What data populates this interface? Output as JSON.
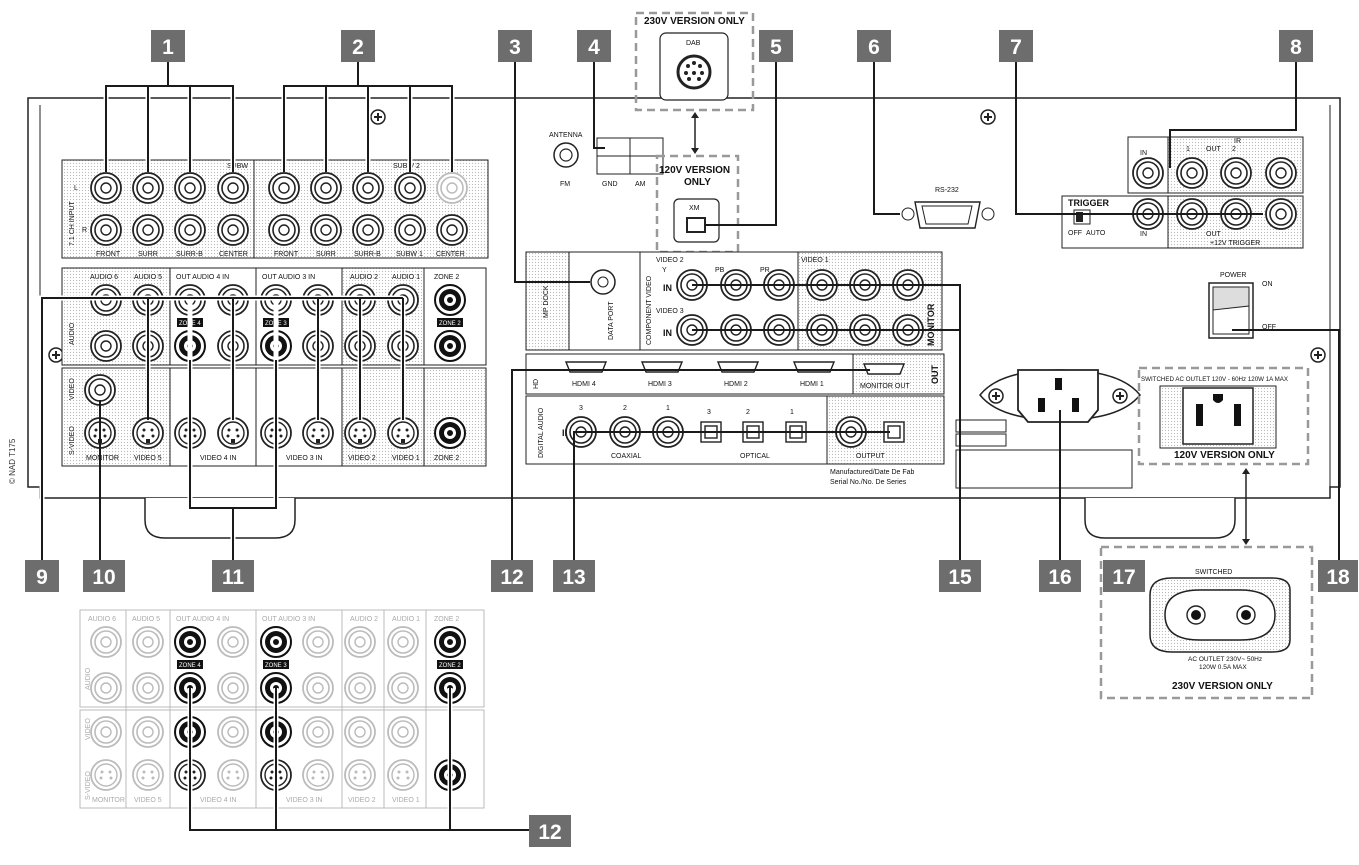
{
  "diagram": {
    "callouts": [
      "1",
      "2",
      "3",
      "4",
      "5",
      "6",
      "7",
      "8",
      "9",
      "10",
      "11",
      "12",
      "13",
      "15",
      "16",
      "17",
      "18",
      "12"
    ],
    "labels": {
      "ver230_top": "230V VERSION ONLY",
      "ver120_xm_1": "120V VERSION",
      "ver120_xm_2": "ONLY",
      "dab": "DAB",
      "xm": "XM",
      "antenna": "ANTENNA",
      "fm": "FM",
      "gnd": "GND",
      "am": "AM",
      "rs232": "RS-232",
      "ir": "IR",
      "ir_in": "IN",
      "ir_out": "OUT",
      "ir_1": "1",
      "ir_2": "2",
      "trigger": "TRIGGER",
      "trig_off": "OFF",
      "trig_auto": "AUTO",
      "trig_in": "IN",
      "trig_out": "OUT",
      "trig_12v": "+12V TRIGGER",
      "power": "POWER",
      "on": "ON",
      "off": "OFF",
      "switched_120": "SWITCHED AC OUTLET 120V - 60Hz 120W 1A MAX",
      "ver120_outlet": "120V VERSION ONLY",
      "switched_230": "SWITCHED",
      "ac_230_1": "AC OUTLET 230V~ 50Hz",
      "ac_230_2": "120W 0.5A MAX",
      "ver230_bottom": "230V VERSION ONLY",
      "copyright": "© NAD T175",
      "front": "FRONT",
      "surr": "SURR",
      "surrb": "SURR-B",
      "center": "CENTER",
      "subw": "SUBW",
      "subw2": "SUBW 2",
      "subw1": "SUBW 1",
      "audio": "AUDIO",
      "input_71": "7.1 CH INPUT",
      "l": "L",
      "r": "R",
      "audio6": "AUDIO 6",
      "audio5": "AUDIO 5",
      "out_audio4_in": "OUT  AUDIO 4  IN",
      "out_audio3_in": "OUT  AUDIO 3  IN",
      "audio2": "AUDIO 2",
      "audio1": "AUDIO 1",
      "zone2": "ZONE 2",
      "zone4": "ZONE 4",
      "zone3": "ZONE 3",
      "video": "VIDEO",
      "svideo": "S-VIDEO",
      "monitor": "MONITOR",
      "video5": "VIDEO 5",
      "video4_in": "VIDEO 4  IN",
      "video3_in": "VIDEO 3  IN",
      "video2": "VIDEO 2",
      "video1": "VIDEO 1",
      "out": "OUT",
      "mp_dock": "MP DOCK",
      "data_port": "DATA PORT",
      "component_video": "COMPONENT VIDEO",
      "video2_c": "VIDEO 2",
      "video1_c": "VIDEO 1",
      "video3_c": "VIDEO 3",
      "y": "Y",
      "pb": "PB",
      "pr": "PR",
      "in": "IN",
      "monitor_v": "MONITOR",
      "hdmi4": "HDMI 4",
      "hdmi3": "HDMI 3",
      "hdmi2": "HDMI 2",
      "hdmi1": "HDMI 1",
      "monitor_out": "MONITOR OUT",
      "hd": "HD",
      "digital_audio": "DIGITAL AUDIO",
      "coaxial": "COAXIAL",
      "optical": "OPTICAL",
      "output": "OUTPUT",
      "d3": "3",
      "d2": "2",
      "d1": "1",
      "manufactured": "Manufactured/Date De Fab",
      "serial": "Serial No./No. De Series"
    }
  }
}
